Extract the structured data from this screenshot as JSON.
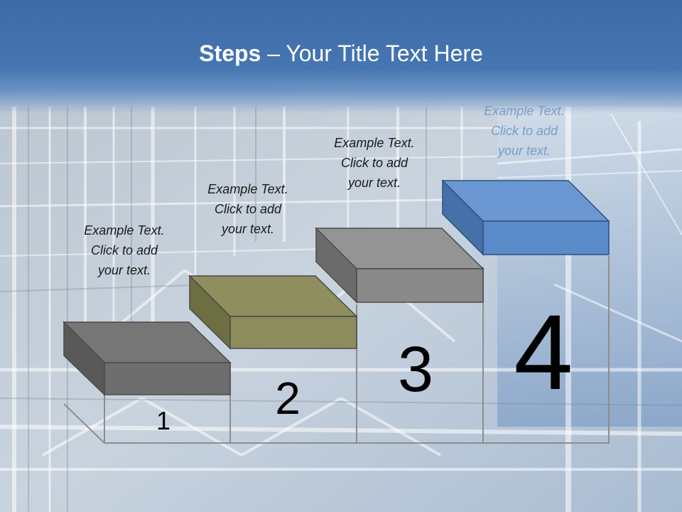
{
  "title": {
    "bold": "Steps",
    "rest": " – Your Title Text Here"
  },
  "steps": [
    {
      "number": "1",
      "caption": [
        "Example Text.",
        "Click  to add",
        "your text."
      ],
      "color": "#6e6e6e"
    },
    {
      "number": "2",
      "caption": [
        "Example Text.",
        "Click  to add",
        "your text."
      ],
      "color": "#8c8c5c"
    },
    {
      "number": "3",
      "caption": [
        "Example Text.",
        "Click  to add",
        "your text."
      ],
      "color": "#8a8a8a"
    },
    {
      "number": "4",
      "caption": [
        "Example Text.",
        "Click  to add",
        "your text."
      ],
      "color": "#5a8ac8"
    }
  ]
}
